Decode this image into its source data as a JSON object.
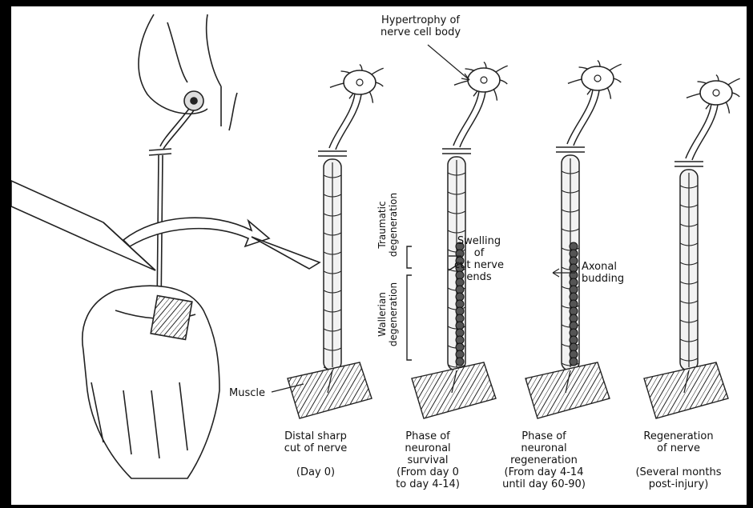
{
  "labels": {
    "hypertrophy_line1": "Hypertrophy of",
    "hypertrophy_line2": "nerve cell body",
    "swelling_line1": "Swelling",
    "swelling_line2": "of",
    "swelling_line3": "cut nerve",
    "swelling_line4": "ends",
    "axonal_line1": "Axonal",
    "axonal_line2": "budding",
    "traumatic_line1": "Traumatic",
    "traumatic_line2": "degeneration",
    "wallerian_line1": "Wallerian",
    "wallerian_line2": "degeneration",
    "muscle": "Muscle"
  },
  "panels": [
    {
      "title1": "Distal sharp",
      "title2": "cut of nerve",
      "title3": "",
      "time1": "(Day 0)",
      "time2": ""
    },
    {
      "title1": "Phase of",
      "title2": "neuronal",
      "title3": "survival",
      "time1": "(From day 0",
      "time2": "to day 4-14)"
    },
    {
      "title1": "Phase of",
      "title2": "neuronal",
      "title3": "regeneration",
      "time1": "(From day 4-14",
      "time2": "until day 60-90)"
    },
    {
      "title1": "Regeneration",
      "title2": "of nerve",
      "title3": "",
      "time1": "(Several months",
      "time2": "post-injury)"
    }
  ]
}
